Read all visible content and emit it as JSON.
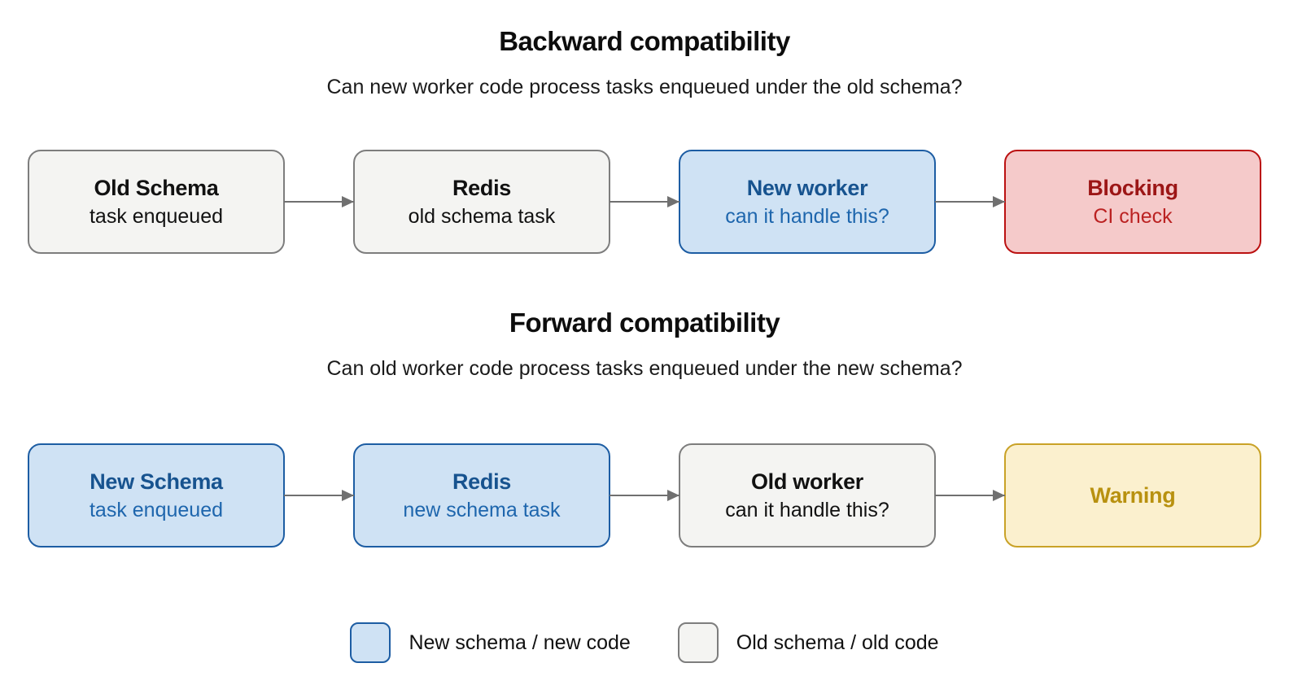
{
  "sections": [
    {
      "title": "Backward compatibility",
      "subtitle": "Can new worker code process tasks enqueued under the old schema?",
      "nodes": [
        {
          "title": "Old Schema",
          "subtitle": "task enqueued",
          "style": "old"
        },
        {
          "title": "Redis",
          "subtitle": "old schema task",
          "style": "old"
        },
        {
          "title": "New worker",
          "subtitle": "can it handle this?",
          "style": "new"
        },
        {
          "title": "Blocking",
          "subtitle": "CI check",
          "style": "blocking"
        }
      ]
    },
    {
      "title": "Forward compatibility",
      "subtitle": "Can old worker code process tasks enqueued under the new schema?",
      "nodes": [
        {
          "title": "New Schema",
          "subtitle": "task enqueued",
          "style": "new"
        },
        {
          "title": "Redis",
          "subtitle": "new schema task",
          "style": "new"
        },
        {
          "title": "Old worker",
          "subtitle": "can it handle this?",
          "style": "old"
        },
        {
          "title": "Warning",
          "subtitle": "",
          "style": "warning"
        }
      ]
    }
  ],
  "legend": [
    {
      "label": "New schema / new code",
      "style": "new"
    },
    {
      "label": "Old schema / old code",
      "style": "old"
    }
  ],
  "colors": {
    "old-fill": "#f4f4f2",
    "old-border": "#7d7d7d",
    "old-title": "#111111",
    "new-fill": "#cfe2f4",
    "new-border": "#1d5da3",
    "new-title": "#17538f",
    "new-subtitle": "#1e66ad",
    "blocking-fill": "#f5caca",
    "blocking-border": "#bb1111",
    "blocking-title": "#9c1616",
    "blocking-subtitle": "#bb2222",
    "warning-fill": "#fbf0ce",
    "warning-border": "#c9a227",
    "warning-title": "#b8910f",
    "arrow": "#707070"
  }
}
